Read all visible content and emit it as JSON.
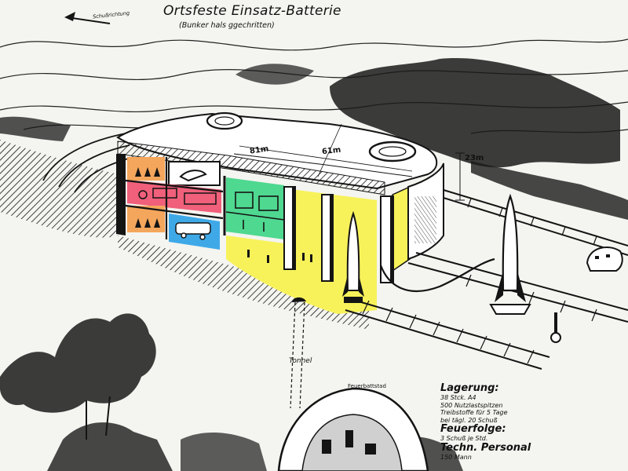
{
  "diagram": {
    "title": "Ortsfeste Einsatz-Batterie",
    "subtitle": "(Bunker hals ggechritten)",
    "direction_label": "Schußrichtung",
    "dimensions": {
      "length_a": "81m",
      "length_b": "61m",
      "height": "23m"
    },
    "tunnel_label": "Tonnel",
    "firing_position_label": "Feuerbattstad"
  },
  "legend": {
    "storage_heading": "Lagerung:",
    "storage_lines": [
      "38 Stck. A4",
      "500 Nutzlastspitzen",
      "Treibstoffe für 5 Tage",
      "bei tägl. 20 Schuß"
    ],
    "fire_rate_heading": "Feuerfolge:",
    "fire_rate_lines": [
      "3 Schuß je Std."
    ],
    "personnel_heading": "Techn. Personal",
    "personnel_lines": [
      "150 Mann"
    ]
  },
  "colors": {
    "paper": "#f4f4f0",
    "ink": "#141414",
    "orange_room": "#f4a65c",
    "red_room": "#f0607a",
    "blue_room": "#3fa9e8",
    "green_hall": "#4fd890",
    "yellow_hall": "#f7f25a"
  }
}
